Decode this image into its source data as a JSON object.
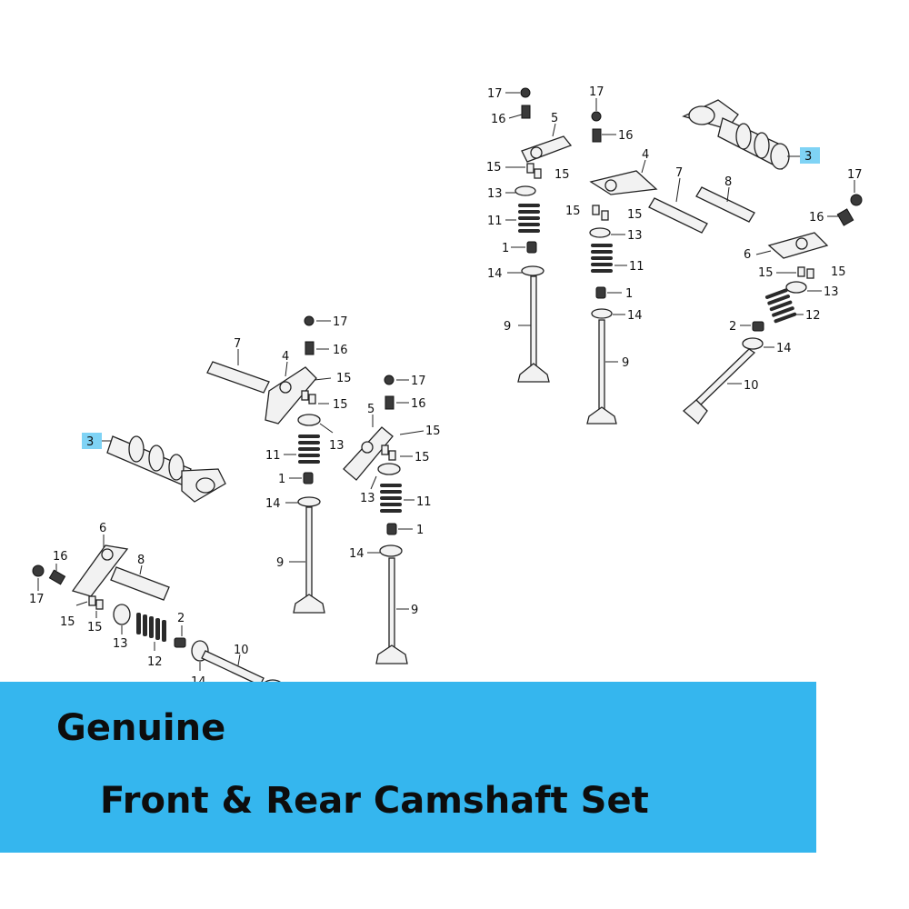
{
  "banner": {
    "line1": "Genuine",
    "line2": "Front & Rear Camshaft Set",
    "color": "#35b6ee"
  },
  "diagram": {
    "highlight_color": "#7fd3f5",
    "highlighted_part": "3",
    "labels": {
      "l1": "1",
      "l2": "2",
      "l3": "3",
      "l4": "4",
      "l5": "5",
      "l6": "6",
      "l7": "7",
      "l8": "8",
      "l9": "9",
      "l10": "10",
      "l11": "11",
      "l12": "12",
      "l13": "13",
      "l14": "14",
      "l15": "15",
      "l16": "16",
      "l17": "17"
    }
  }
}
